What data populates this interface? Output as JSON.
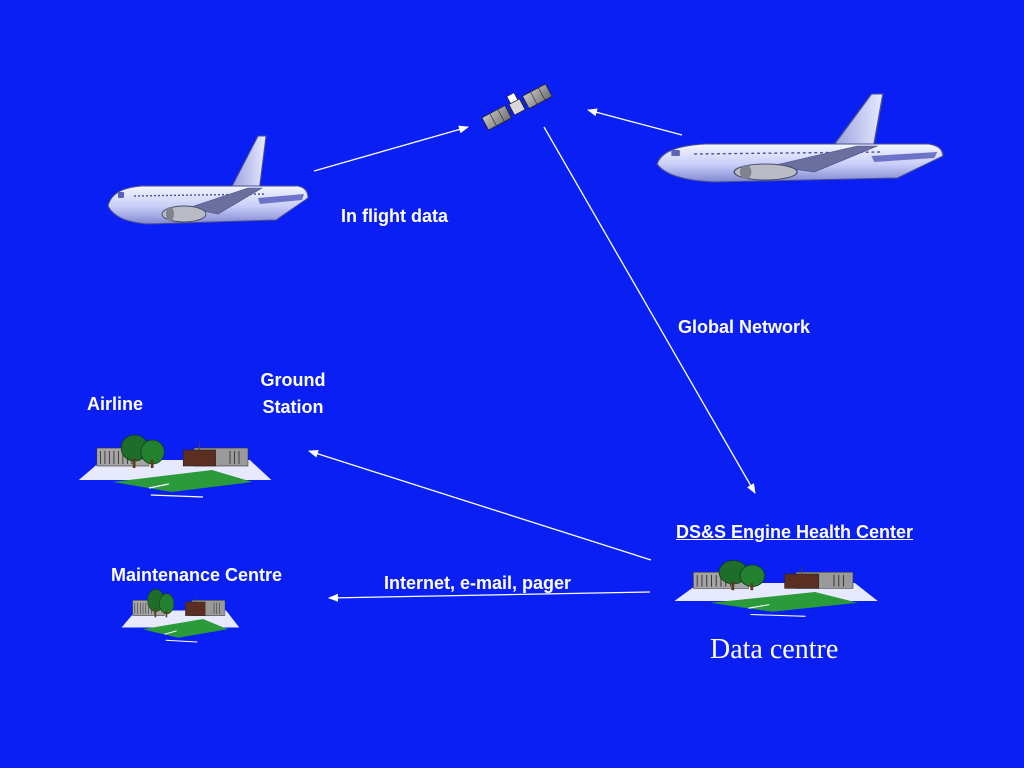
{
  "labels": {
    "in_flight": "In flight data",
    "global_network": "Global Network",
    "ground_station_line1": "Ground",
    "ground_station_line2": "Station",
    "airline": "Airline",
    "health_center": "DS&S Engine Health Center",
    "maintenance": "Maintenance Centre",
    "internet": "Internet, e-mail, pager",
    "data_centre": "Data centre"
  },
  "icons": {
    "satellite": "satellite-icon",
    "airplane": "airplane-icon",
    "building": "building-icon"
  },
  "colors": {
    "background": "#0a1ff4",
    "text": "#ffffff",
    "arrow": "#ffffff"
  }
}
